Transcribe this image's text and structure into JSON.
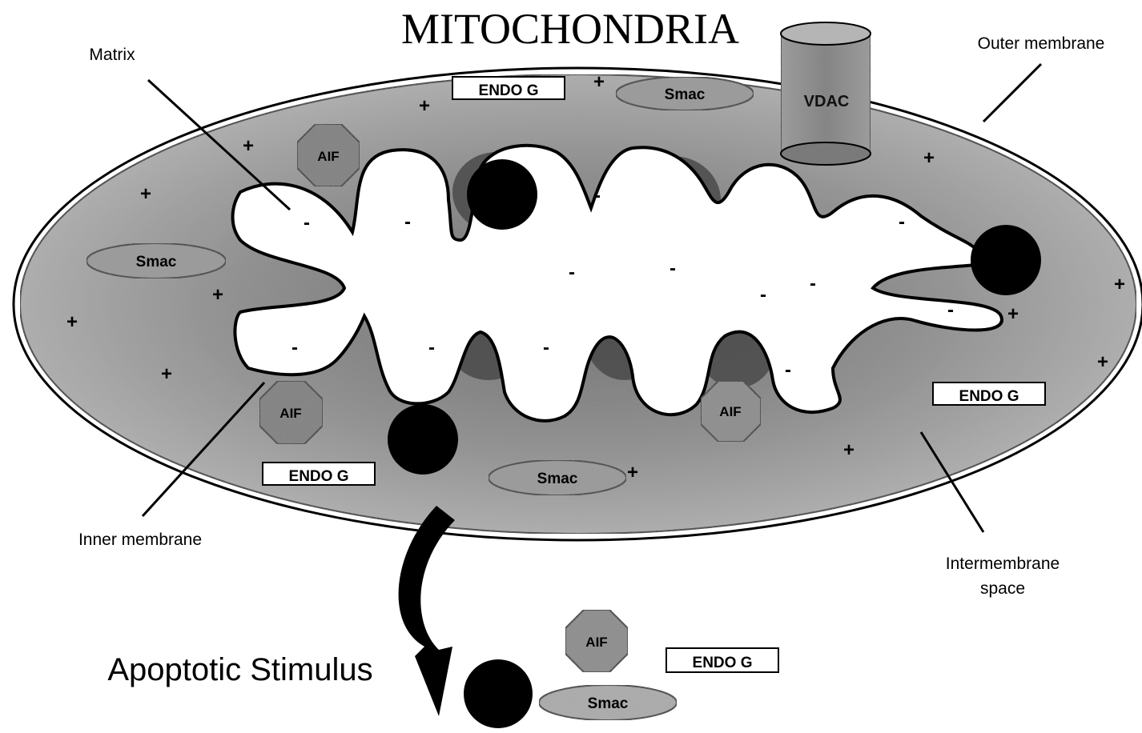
{
  "title": "Mitochondria",
  "title_display": "MITOCHONDRIA",
  "labels": {
    "matrix": "Matrix",
    "outer_membrane": "Outer membrane",
    "inner_membrane": "Inner membrane",
    "intermembrane_space_line1": "Intermembrane",
    "intermembrane_space_line2": "space"
  },
  "stimulus": "Apoptotic Stimulus",
  "proteins": {
    "endog": "ENDO G",
    "smac": "Smac",
    "aif": "AIF",
    "vdac": "VDAC"
  },
  "charges": {
    "positive": "+",
    "negative": "-"
  },
  "colors": {
    "ims_fill": "#a8a8a8",
    "dark_region": "#5a5a5a",
    "matrix_fill": "#ffffff",
    "black": "#000000"
  }
}
